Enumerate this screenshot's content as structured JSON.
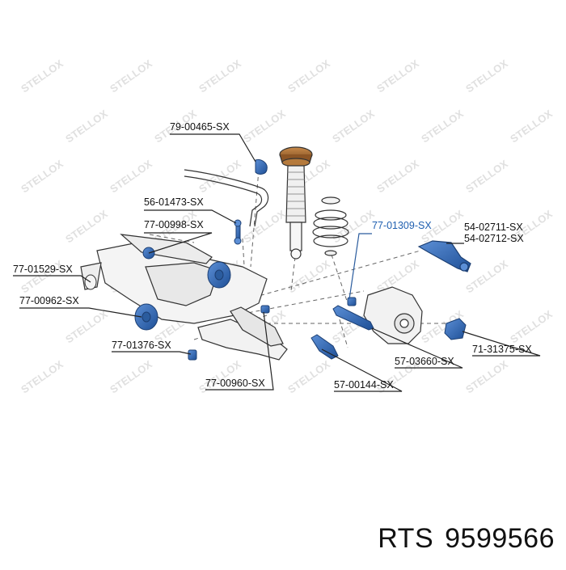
{
  "watermark": {
    "text": "STELLOX"
  },
  "colors": {
    "highlight": "#2b5c9e",
    "highlight_label": "#1f5fb0",
    "line": "#222222"
  },
  "parts": {
    "p79_00465": "79-00465-SX",
    "p56_01473": "56-01473-SX",
    "p77_00998": "77-00998-SX",
    "p77_01529": "77-01529-SX",
    "p77_00962": "77-00962-SX",
    "p77_01376": "77-01376-SX",
    "p77_00960": "77-00960-SX",
    "p77_01309": "77-01309-SX",
    "p54_02711": "54-02711-SX",
    "p54_02712": "54-02712-SX",
    "p57_03660": "57-03660-SX",
    "p71_31375": "71-31375-SX",
    "p57_00144": "57-00144-SX"
  },
  "footer": {
    "brand": "RTS",
    "code": "9599566"
  }
}
